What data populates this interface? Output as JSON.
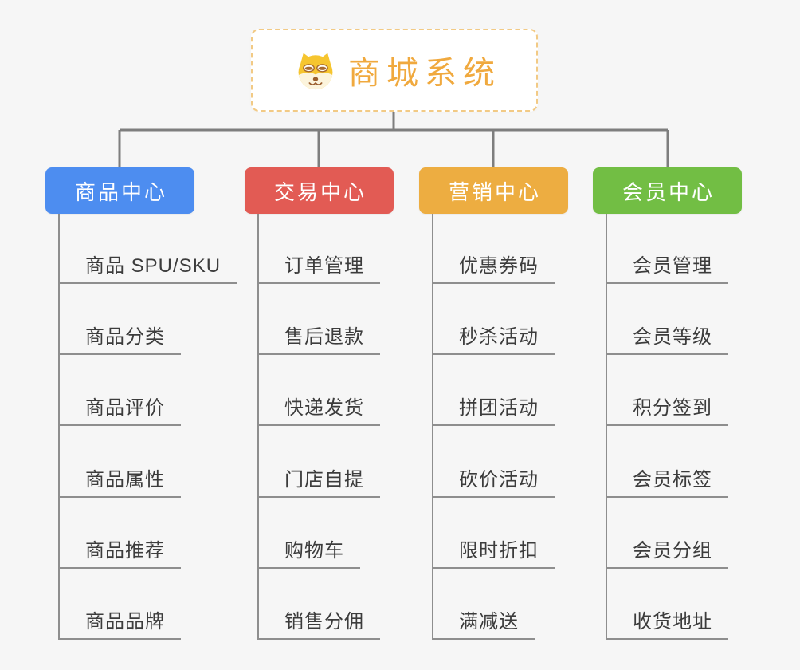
{
  "title": "商城系统",
  "colors": {
    "background": "#F6F6F6",
    "connector": "#7E7E7E",
    "leaf_line": "#8E8E8E",
    "root_text": "#F0A93E",
    "root_border": "#F2CA85"
  },
  "root": {
    "label": "商城系统",
    "icon": "shiba-dog-icon"
  },
  "branches": [
    {
      "label": "商品中心",
      "color": "#4D8DF0",
      "items": [
        "商品 SPU/SKU",
        "商品分类",
        "商品评价",
        "商品属性",
        "商品推荐",
        "商品品牌"
      ]
    },
    {
      "label": "交易中心",
      "color": "#E25B54",
      "items": [
        "订单管理",
        "售后退款",
        "快递发货",
        "门店自提",
        "购物车",
        "销售分佣"
      ]
    },
    {
      "label": "营销中心",
      "color": "#EDAD41",
      "items": [
        "优惠券码",
        "秒杀活动",
        "拼团活动",
        "砍价活动",
        "限时折扣",
        "满减送"
      ]
    },
    {
      "label": "会员中心",
      "color": "#72BE44",
      "items": [
        "会员管理",
        "会员等级",
        "积分签到",
        "会员标签",
        "会员分组",
        "收货地址"
      ]
    }
  ]
}
